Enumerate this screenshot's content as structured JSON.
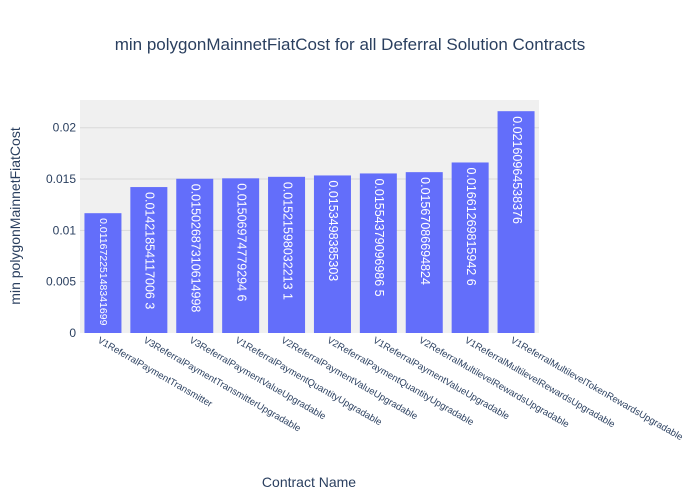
{
  "chart_data": {
    "type": "bar",
    "title": "min polygonMainnetFiatCost for all Deferral Solution Contracts",
    "xlabel": "Contract Name",
    "ylabel": "min polygonMainnetFiatCost",
    "ylim": [
      0,
      0.0227
    ],
    "yticks": [
      0,
      0.005,
      0.01,
      0.015,
      0.02
    ],
    "ytick_labels": [
      "0",
      "0.005",
      "0.01",
      "0.015",
      "0.02"
    ],
    "grid": true,
    "colors": {
      "bar": "#636efa",
      "plot_bg": "#f0f0f0",
      "grid": "#d9d9d9",
      "text": "#2a3f5f"
    },
    "categories": [
      "V1ReferralPaymentTransmitter",
      "V3ReferralPaymentTransmitterUpgradable",
      "V3ReferralPaymentValueUpgradable",
      "V1ReferralPaymentQuantityUpgradable",
      "V2ReferralPaymentValueUpgradable",
      "V2ReferralPaymentQuantityUpgradable",
      "V1ReferralPaymentValueUpgradable",
      "V2ReferralMultilevelRewardsUpgradable",
      "V1ReferralMultilevelRewardsUpgradable",
      "V1ReferralMultilevelTokenRewardsUpgradable"
    ],
    "values": [
      0.01167225148341699,
      0.0142185411700631,
      0.0150268731061499,
      0.015069747792946,
      0.015215980322131,
      0.0153498385303,
      0.015543790969865,
      0.01567086694824,
      0.016612698159426,
      0.02160964538376
    ],
    "data_labels": [
      "0.01167225148341699",
      "0.01421854117006 3",
      "0.01502687310614998",
      "0.01506974779294 6",
      "0.01521598032213 1",
      "0.0153498385303",
      "0.01554379096986 5",
      "0.01567086694824",
      "0.01661269815942 6",
      "0.02160964538376"
    ]
  }
}
